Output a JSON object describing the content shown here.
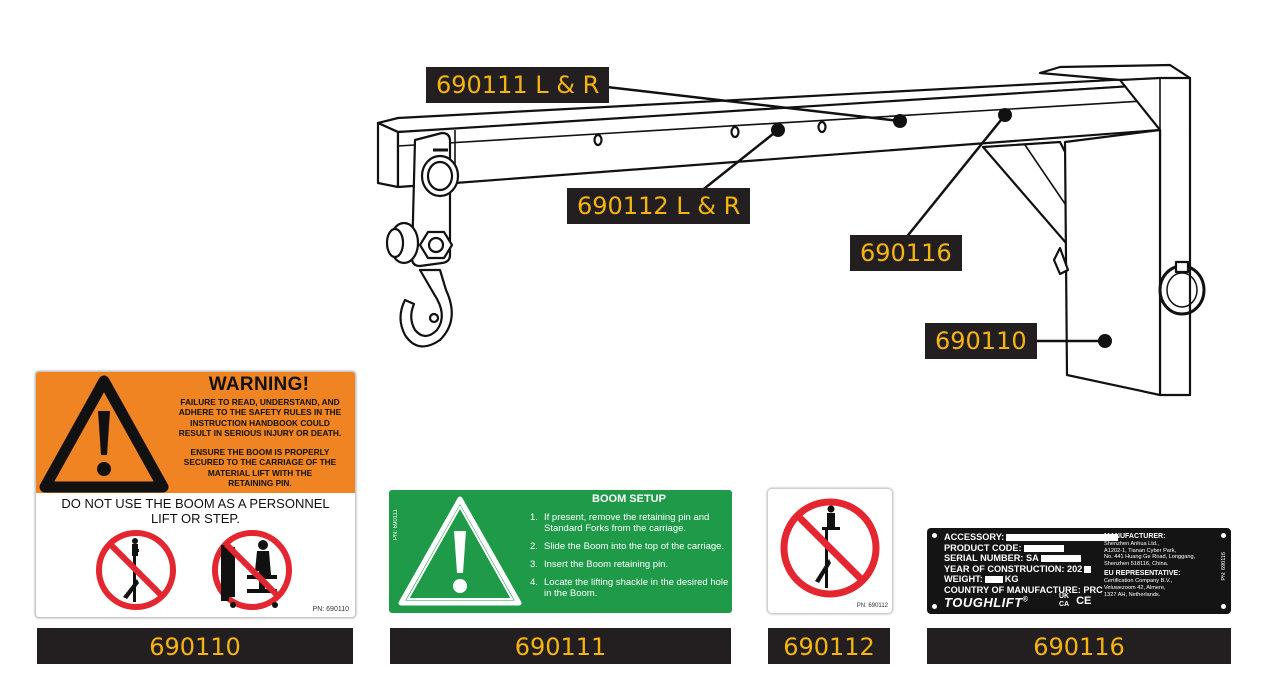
{
  "callouts": {
    "c1": "690111 L & R",
    "c2": "690112 L & R",
    "c3": "690116",
    "c4": "690110"
  },
  "decal_690110": {
    "title": "WARNING!",
    "text1": "FAILURE TO READ, UNDERSTAND, AND\nADHERE TO THE SAFETY RULES IN THE\nINSTRUCTION HANDBOOK COULD\nRESULT IN SERIOUS INJURY OR DEATH.",
    "text2": "ENSURE THE BOOM IS PROPERLY\nSECURED TO THE CARRIAGE OF THE\nMATERIAL LIFT WITH THE\nRETAINING PIN.",
    "bottom": "DO NOT USE THE BOOM AS A PERSONNEL\nLIFT OR STEP.",
    "pn": "PN: 690110",
    "colors": {
      "orange": "#f08422",
      "prohibit_red": "#e3262f"
    }
  },
  "decal_690111": {
    "title": "BOOM SETUP",
    "pn": "PN: 690111",
    "steps": [
      {
        "num": "1.",
        "text": "If present, remove the retaining pin and Standard Forks from the carriage."
      },
      {
        "num": "2.",
        "text": "Slide the Boom into the top of the carriage."
      },
      {
        "num": "3.",
        "text": "Insert the Boom retaining pin."
      },
      {
        "num": "4.",
        "text": "Locate the lifting shackle in the desired hole in the Boom."
      }
    ],
    "colors": {
      "green": "#1e9a48"
    }
  },
  "decal_690112": {
    "pn": "PN: 690112"
  },
  "decal_690116": {
    "rows": {
      "accessory": "ACCESSORY:",
      "product_code": "PRODUCT CODE:",
      "serial_number": "SERIAL NUMBER: SA",
      "year": "YEAR OF CONSTRUCTION: 202",
      "weight": "WEIGHT:",
      "weight_unit": "KG",
      "country": "COUNTRY OF MANUFACTURE: PRC"
    },
    "manufacturer_head": "MANUFACTURER:",
    "manufacturer_text": "Shenzhen Anhua Ltd.,\nA1202-1, Tianan Cyber Park,\nNo. 441 Huang Ge Road, Longgang,\nShenzhen 518116, China.",
    "eu_head": "EU REPRESENTATIVE:",
    "eu_text": "Certification Company B.V.,\nVeluwezoom 42, Almere,\n1327 AH, Netherlands.",
    "brand": "TOUGHLIFT",
    "brand_mark": "®",
    "mark_ukca": "UK\nCA",
    "mark_ce": "CE",
    "pn": "PN: 690116"
  },
  "part_numbers": [
    "690110",
    "690111",
    "690112",
    "690116"
  ]
}
